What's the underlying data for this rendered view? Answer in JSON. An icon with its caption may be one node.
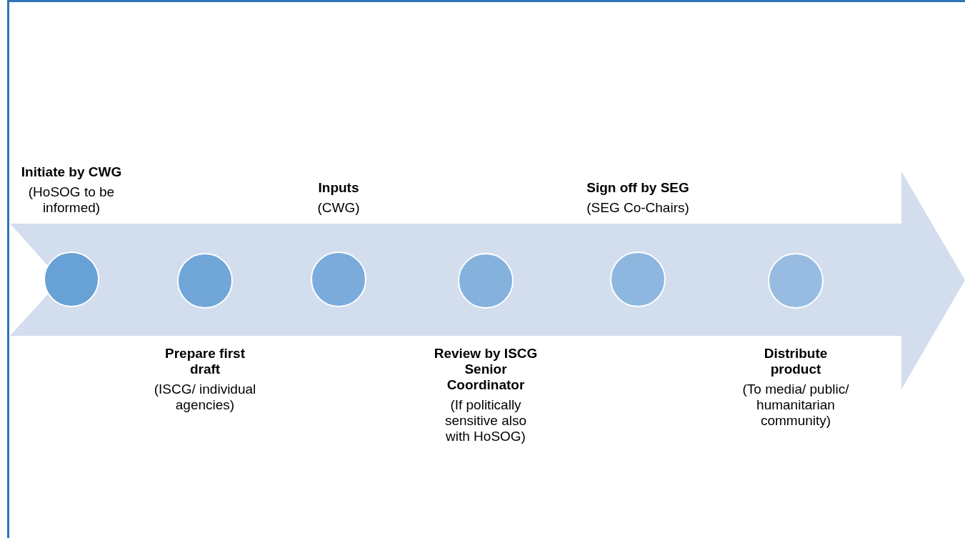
{
  "diagram": {
    "nodes": [
      {
        "text": [
          "Initiate by CWG",
          "(HoSOG to be informed)"
        ]
      },
      {
        "text": [
          "Prepare first draft",
          "(ISCG/ individual agencies)"
        ]
      },
      {
        "text": [
          "Inputs",
          "(CWG)"
        ]
      },
      {
        "text": [
          "Review by ISCG Senior Coordinator",
          "(If politically sensitive also with HoSOG)"
        ]
      },
      {
        "text": [
          "Sign off by SEG",
          "(SEG Co-Chairs)"
        ]
      },
      {
        "text": [
          "Distribute product",
          "(To media/ public/ humanitarian community)"
        ]
      }
    ]
  }
}
